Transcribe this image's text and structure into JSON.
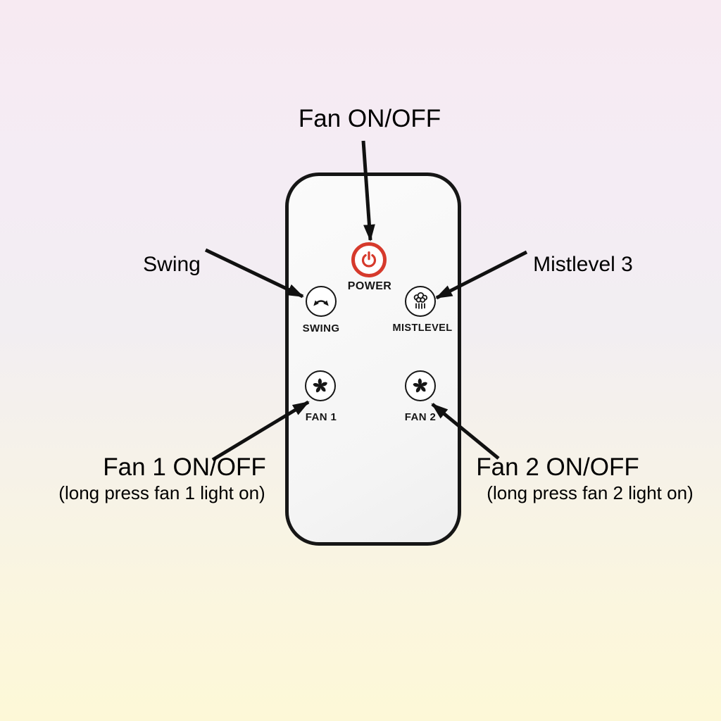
{
  "title": "Fan remote control usage diagram",
  "colors": {
    "bg_top": "#f7eaf2",
    "bg_bottom": "#fdf8d7",
    "remote_body": "#f7f7f7",
    "outline": "#161616",
    "power_red": "#d63a2c",
    "annotation_text": "#000000"
  },
  "remote": {
    "buttons": [
      {
        "id": "power",
        "label": "POWER"
      },
      {
        "id": "swing",
        "label": "SWING"
      },
      {
        "id": "mistlevel",
        "label": "MISTLEVEL"
      },
      {
        "id": "fan1",
        "label": "FAN 1"
      },
      {
        "id": "fan2",
        "label": "FAN 2"
      }
    ]
  },
  "annotations": {
    "power": {
      "label": "Fan ON/OFF"
    },
    "swing": {
      "label": "Swing"
    },
    "mistlevel": {
      "label": "Mistlevel 3"
    },
    "fan1": {
      "label": "Fan 1 ON/OFF",
      "sub": "(long press fan 1 light on)"
    },
    "fan2": {
      "label": "Fan 2 ON/OFF",
      "sub": "(long press fan 2 light on)"
    }
  }
}
